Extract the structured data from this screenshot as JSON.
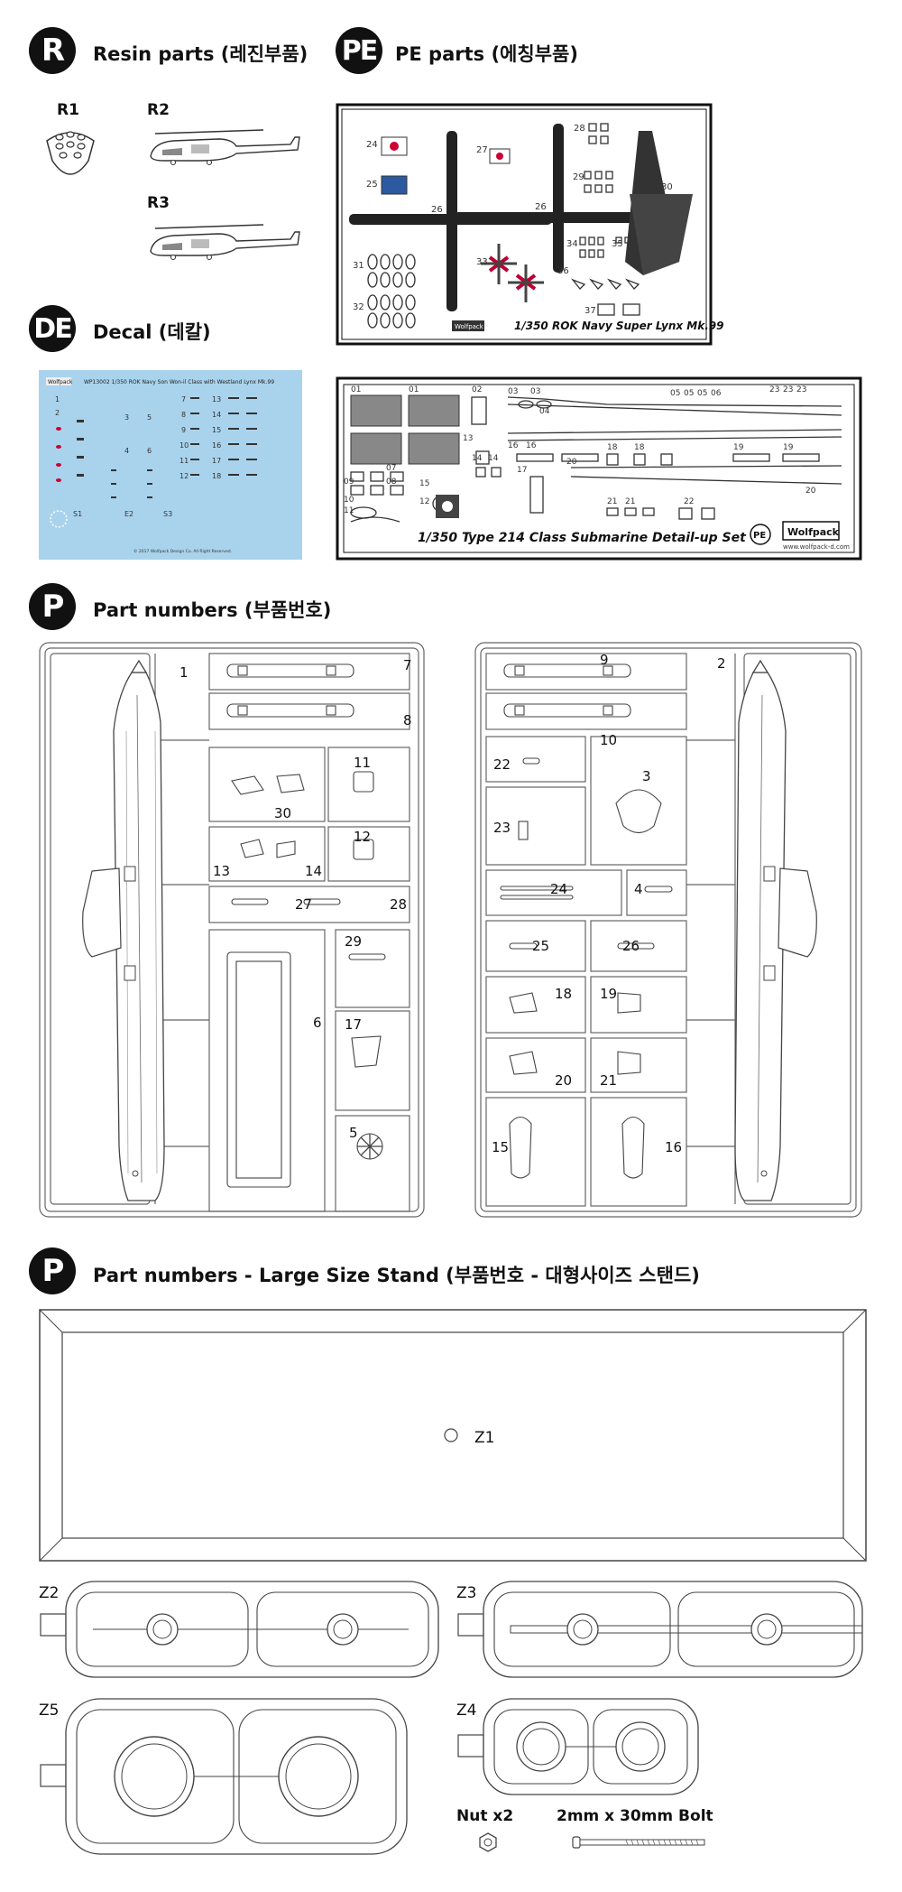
{
  "sections": {
    "resin": {
      "badge": "R",
      "title": "Resin parts (레진부품)"
    },
    "pe": {
      "badge": "PE",
      "title": "PE parts (에칭부품)"
    },
    "decal": {
      "badge": "DE",
      "title": "Decal (데칼)"
    },
    "parts": {
      "badge": "P",
      "title": "Part numbers (부품번호)"
    },
    "stand": {
      "badge": "P",
      "title": "Part numbers - Large Size Stand (부품번호 - 대형사이즈 스탠드)"
    }
  },
  "resin_parts": [
    "R1",
    "R2",
    "R3"
  ],
  "pe_sheet_1": {
    "caption": "1/350 ROK Navy Super Lynx Mk.99",
    "brand": "Wolfpack",
    "part_numbers": [
      "24",
      "25",
      "26",
      "26",
      "27",
      "28",
      "29",
      "30",
      "31",
      "32",
      "33",
      "34",
      "35",
      "36",
      "37"
    ]
  },
  "pe_sheet_2": {
    "caption": "1/350   Type 214 Class Submarine   Detail-up Set",
    "badge": "PE",
    "brand": "Wolfpack",
    "url": "www.wolfpack-d.com",
    "part_numbers": [
      "01",
      "01",
      "02",
      "03",
      "03",
      "04",
      "05",
      "05",
      "05",
      "06",
      "07",
      "08",
      "09",
      "10",
      "11",
      "12",
      "13",
      "14",
      "14",
      "15",
      "16",
      "16",
      "17",
      "18",
      "18",
      "19",
      "19",
      "20",
      "20",
      "21",
      "21",
      "22",
      "23",
      "23",
      "23"
    ]
  },
  "decal_sheet": {
    "brand": "Wolfpack",
    "title": "WP13002 1/350 ROK Navy Son Won-il Class with Westland Lynx Mk.99",
    "numbers": [
      "1",
      "2",
      "3",
      "4",
      "5",
      "6",
      "7",
      "8",
      "9",
      "10",
      "11",
      "12",
      "13",
      "14",
      "15",
      "16",
      "17",
      "18",
      "S1",
      "E2",
      "S3"
    ],
    "copyright": "© 2017 Wolfpack Design Co. All Right Reserved.",
    "background": "#a9d3ec"
  },
  "sprue_a": {
    "numbers": [
      "1",
      "7",
      "8",
      "11",
      "30",
      "12",
      "13",
      "14",
      "27",
      "28",
      "29",
      "6",
      "17",
      "5"
    ]
  },
  "sprue_b": {
    "numbers": [
      "9",
      "2",
      "10",
      "22",
      "3",
      "23",
      "24",
      "4",
      "25",
      "26",
      "18",
      "19",
      "20",
      "21",
      "15",
      "16"
    ]
  },
  "stand_parts": {
    "base": "Z1",
    "sprues": [
      "Z2",
      "Z3",
      "Z5",
      "Z4"
    ],
    "nut_label": "Nut x2",
    "bolt_label": "2mm x 30mm Bolt"
  }
}
